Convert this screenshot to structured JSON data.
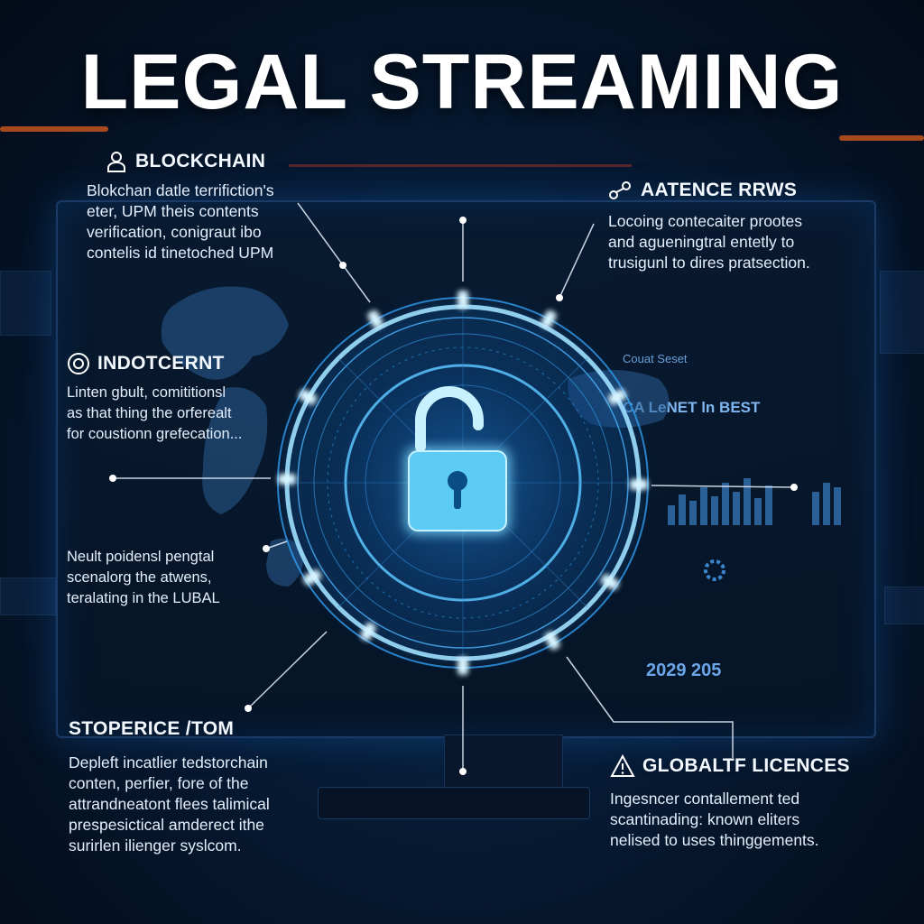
{
  "title": "LEGAL STREAMING",
  "panels": {
    "blockchain": {
      "icon": "user-shield-icon",
      "title": "BLOCKCHAIN",
      "lines": [
        "Blokchan datle terrifiction's",
        "eter, UPM theis contents",
        "verification, conigraut ibo",
        "contelis id tinetoched UPM"
      ]
    },
    "aatence": {
      "icon": "network-nodes-icon",
      "title": "AATENCE RRWS",
      "lines": [
        "Locoing contecaiter prootes",
        "and agueningtral entetly to",
        "trusigunl to dires pratsection."
      ]
    },
    "indotcernt": {
      "icon": "badge-icon",
      "title": "INDOTCERNT",
      "lines": [
        "Linten gbult, comititionsl",
        "as that thing the orferealt",
        "for coustionn grefecation..."
      ]
    },
    "neult": {
      "lines": [
        "Neult poidensl pengtal",
        "scenalorg the atwens,",
        "teralating in the LUBAL"
      ]
    },
    "stoperice": {
      "title": "STOPERICE /TOM",
      "lines": [
        "Depleft incatlier tedstorchain",
        "conten, perfier, fore of the",
        "attrandneatont flees talimical",
        "prespesictical amderect ithe",
        "surirlen ilienger syslcom."
      ]
    },
    "global": {
      "icon": "warning-icon",
      "title": "GLOBALTF LICENCES",
      "lines": [
        "Ingesncer contallement ted",
        "scantinading: known eliters",
        "nelised to uses thinggements."
      ]
    }
  },
  "screen": {
    "label_1": "Couat Seset",
    "label_2": "CA LeNET ln BEST",
    "year": "2029 205"
  },
  "center": {
    "icon": "unlocked-padlock-icon"
  },
  "colors": {
    "accent": "#39b8ff",
    "glow": "#7fd8ff",
    "orange": "#ff7a2a"
  }
}
